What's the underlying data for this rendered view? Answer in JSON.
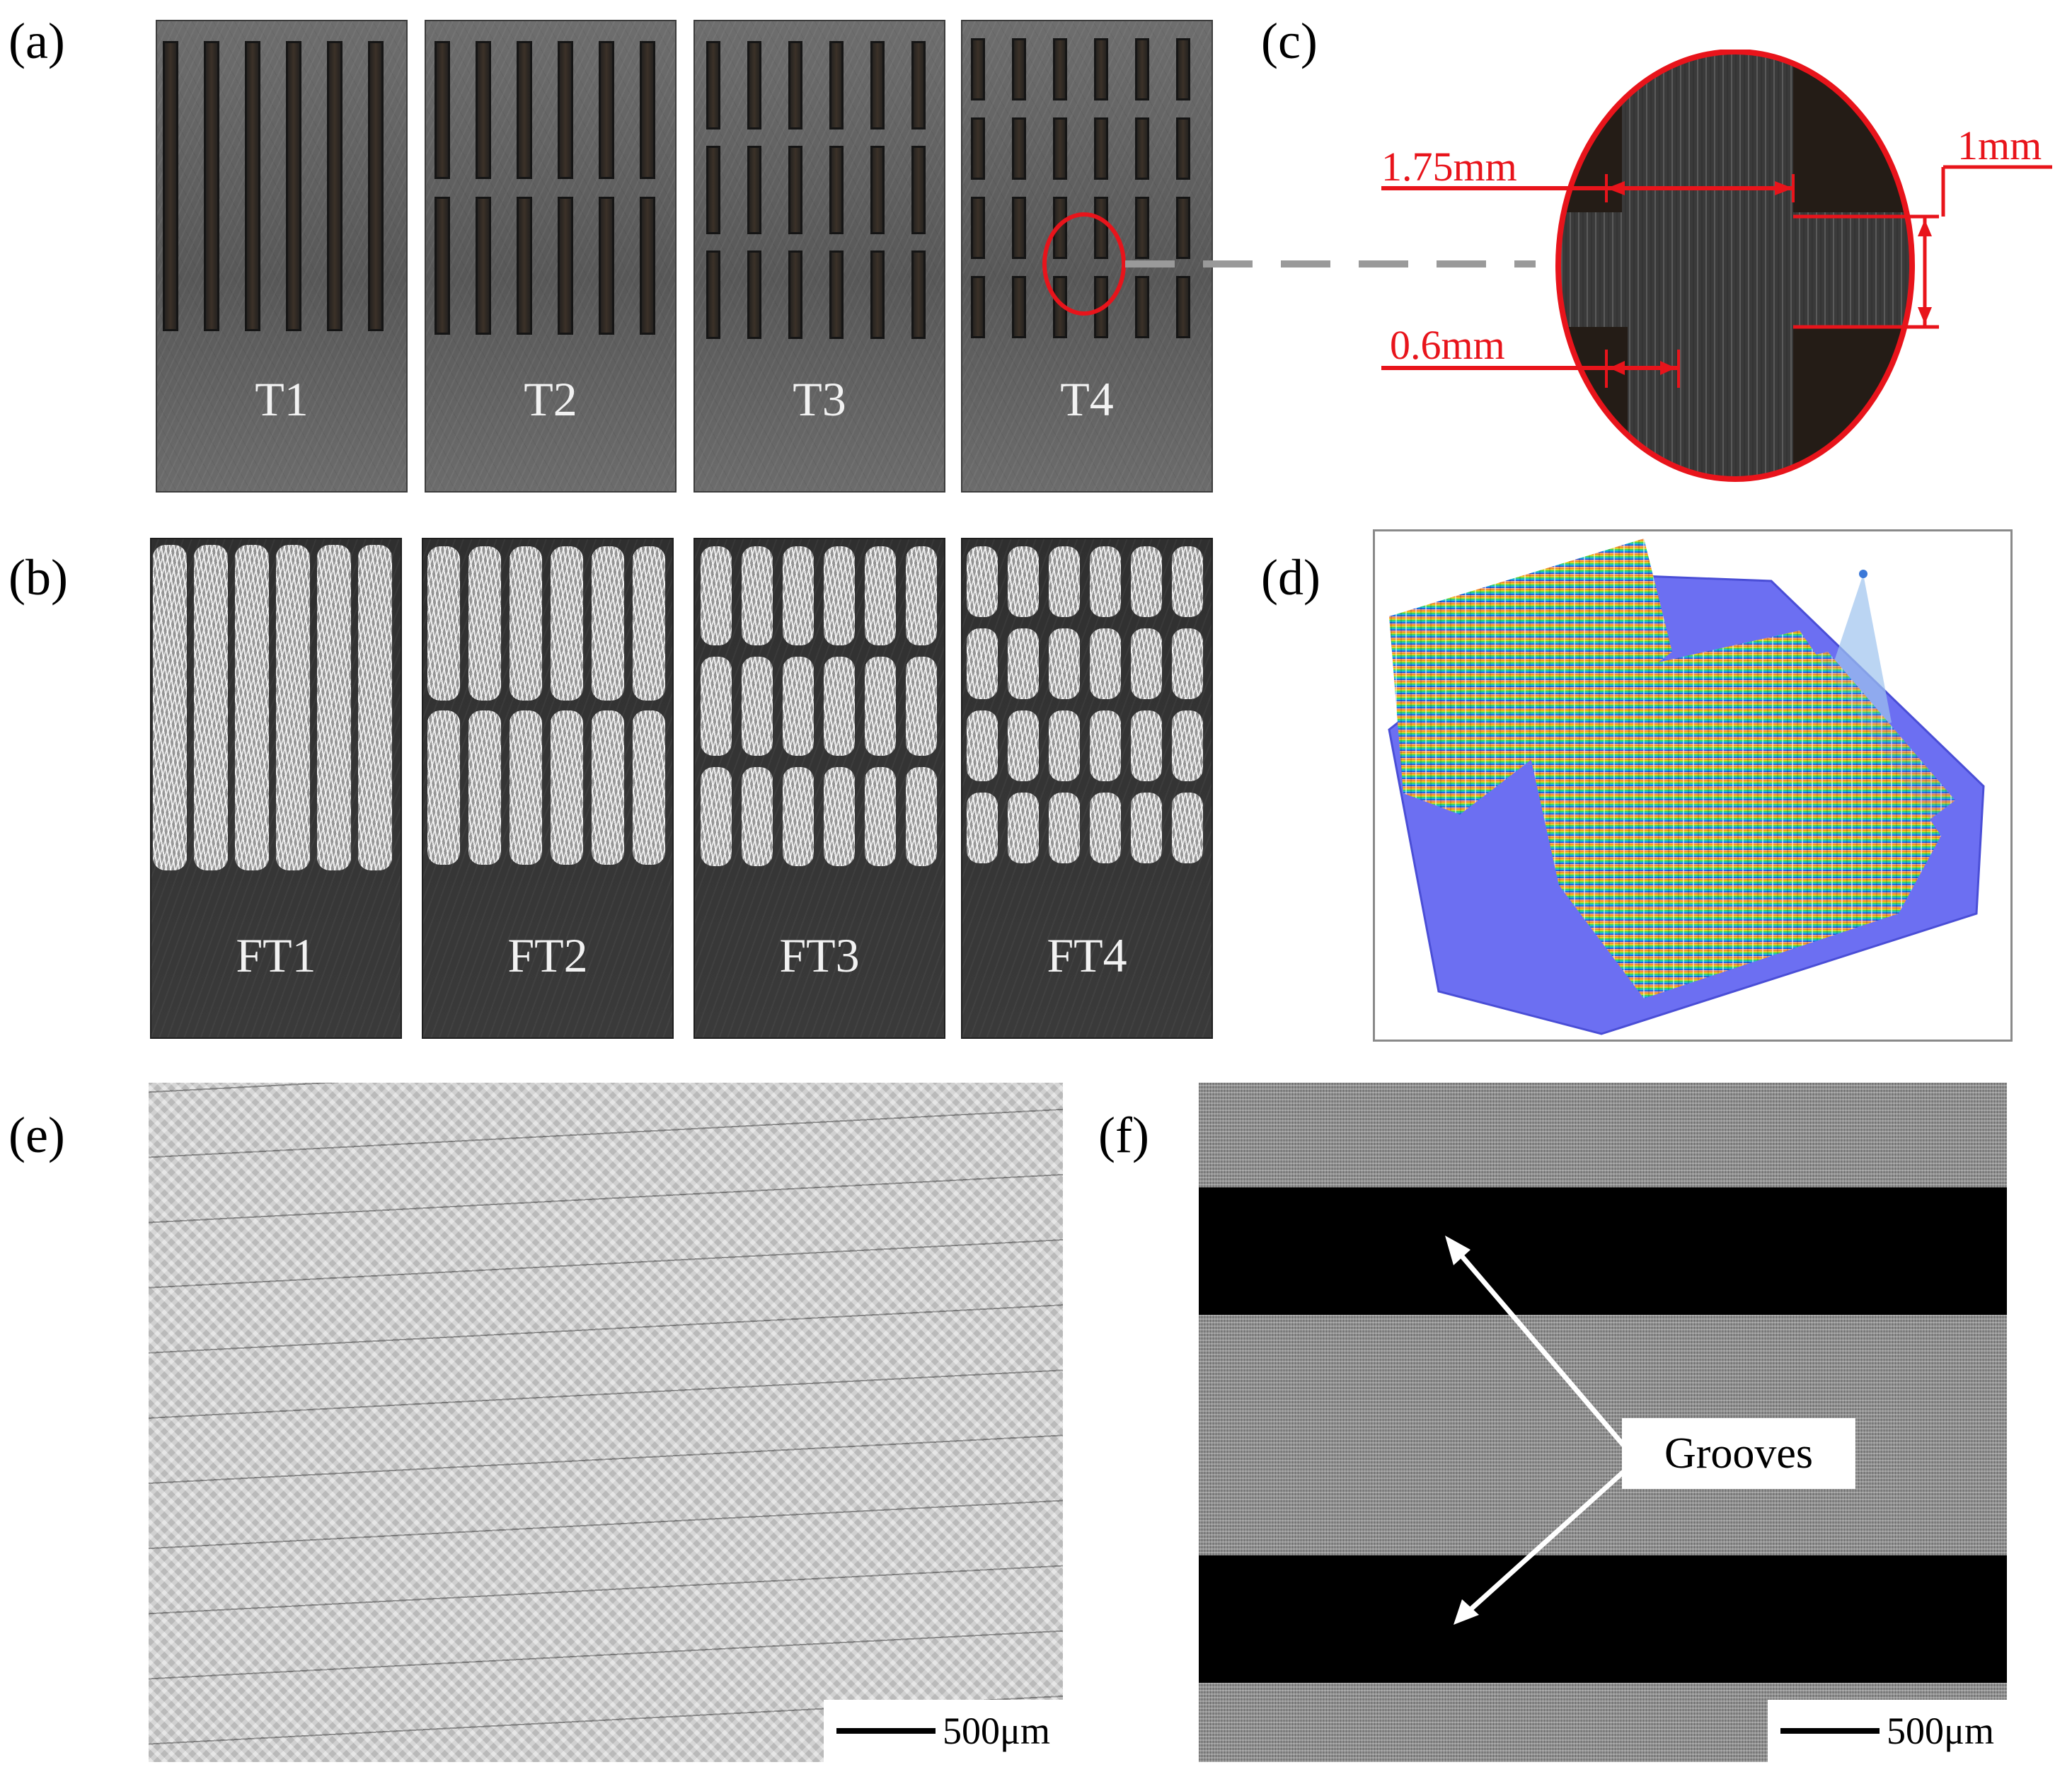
{
  "panel_labels": {
    "a": "(a)",
    "b": "(b)",
    "c": "(c)",
    "d": "(d)",
    "e": "(e)",
    "f": "(f)"
  },
  "plates_top": [
    {
      "label": "T1",
      "pattern": "6 continuous grooves"
    },
    {
      "label": "T2",
      "pattern": "2 rows x 6 grooves"
    },
    {
      "label": "T3",
      "pattern": "3 rows x 6 grooves"
    },
    {
      "label": "T4",
      "pattern": "4 rows x 6 grooves"
    }
  ],
  "plates_bottom": [
    {
      "label": "FT1"
    },
    {
      "label": "FT2"
    },
    {
      "label": "FT3"
    },
    {
      "label": "FT4"
    }
  ],
  "zoom": {
    "dim_groove_length": "1.75mm",
    "dim_gap": "1mm",
    "dim_groove_width": "0.6mm"
  },
  "micrograph_e": {
    "scale": "500μm"
  },
  "micrograph_f": {
    "annotation": "Grooves",
    "scale": "500μm"
  },
  "colors": {
    "annotation_red": "#e8141b",
    "leader_gray": "#9a9a9a"
  }
}
